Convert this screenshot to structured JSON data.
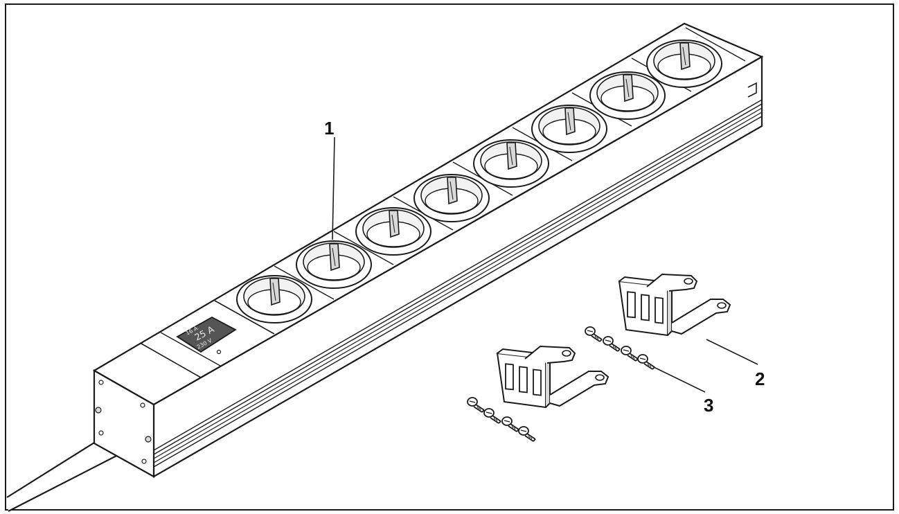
{
  "callouts": {
    "power_strip": "1",
    "mounting_bracket": "2",
    "screw": "3"
  },
  "display": {
    "line1": "16 A",
    "line2": "25 A",
    "line3": "230 V"
  },
  "socket_count": 8,
  "screw_count": 8,
  "bracket_count": 2,
  "colors": {
    "line": "#1a1a1a",
    "background": "#ffffff",
    "shade": "#d9d9d9",
    "display": "#555555"
  }
}
